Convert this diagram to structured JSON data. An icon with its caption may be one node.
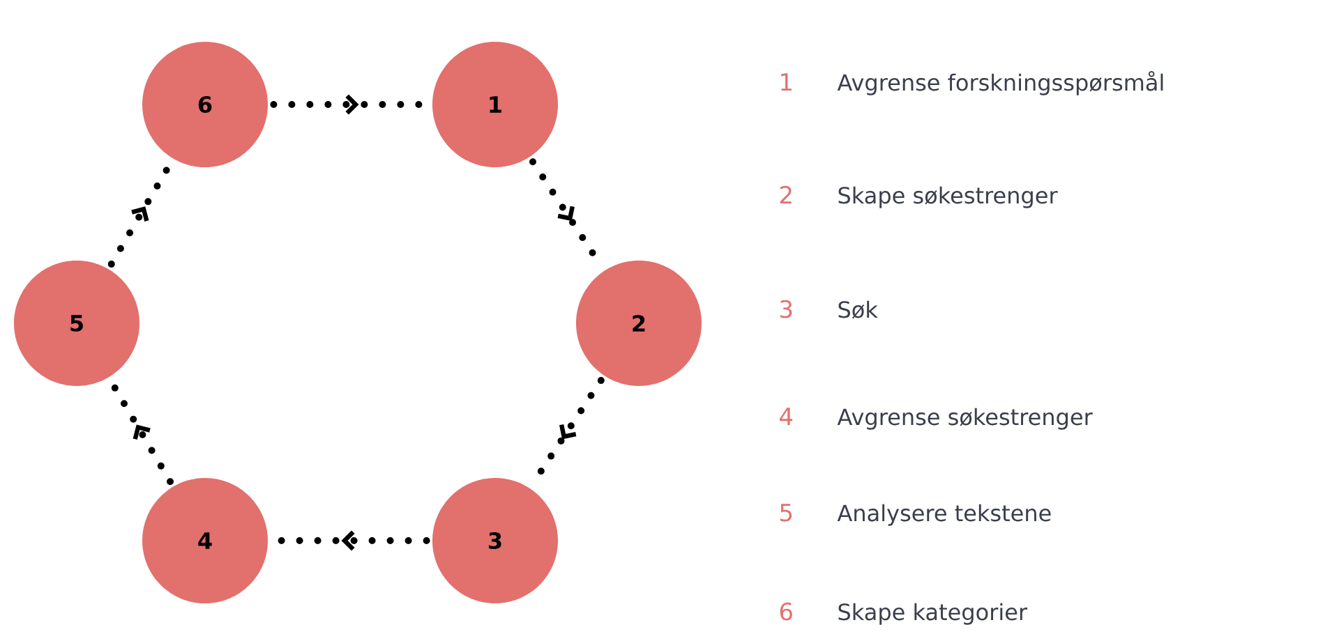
{
  "diagram": {
    "nodes": [
      {
        "text": [
          "1"
        ]
      },
      {
        "text": [
          "2"
        ]
      },
      {
        "text": [
          "3"
        ]
      },
      {
        "text": [
          "4"
        ]
      },
      {
        "text": [
          "5"
        ]
      },
      {
        "text": [
          "6"
        ]
      }
    ],
    "edges": [
      {
        "from": 5,
        "to": 0,
        "arrow": "to",
        "style": "dashed"
      },
      {
        "from": 0,
        "to": 1,
        "arrow": "to",
        "style": "dashed"
      },
      {
        "from": 1,
        "to": 2,
        "arrow": "to",
        "style": "dashed"
      },
      {
        "from": 2,
        "to": 3,
        "arrow": "to",
        "style": "dashed"
      },
      {
        "from": 3,
        "to": 4,
        "arrow": "to",
        "style": "dashed"
      },
      {
        "from": 4,
        "to": 5,
        "arrow": "to",
        "style": "dashed"
      }
    ],
    "labels": [
      "1",
      "Avgrense forskningsspørsmål",
      "2",
      "Skape søkestrenger",
      "3",
      "Søk",
      "4",
      "Avgrense søkestrenger",
      "5",
      "Analysere tekstene",
      "6",
      "Skape kategorier"
    ]
  }
}
